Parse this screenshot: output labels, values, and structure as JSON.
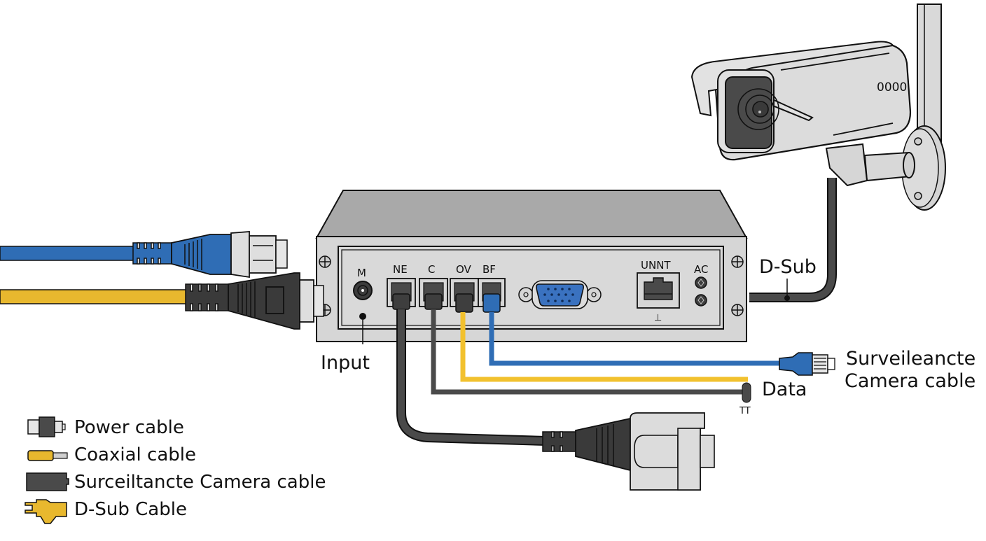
{
  "diagram": {
    "title": "Surveillance camera cabling diagram",
    "colors": {
      "blue_cable": "#2f6db5",
      "yellow_cable": "#e8b82e",
      "dark_cable": "#4a4a4a",
      "device_body": "#d6d6d6",
      "device_top": "#a8a8a8",
      "outline": "#111111",
      "vga_blue": "#3a72c0"
    },
    "device": {
      "ports": [
        {
          "id": "m",
          "label": "M",
          "type": "power-jack"
        },
        {
          "id": "ne",
          "label": "NE",
          "type": "rj45"
        },
        {
          "id": "c",
          "label": "C",
          "type": "rj45"
        },
        {
          "id": "ov",
          "label": "OV",
          "type": "rj45"
        },
        {
          "id": "bf",
          "label": "BF",
          "type": "rj45"
        },
        {
          "id": "vga",
          "label": "",
          "type": "d-sub"
        },
        {
          "id": "unnt",
          "label": "UNNT",
          "type": "rj45",
          "sub_label": "⊥"
        },
        {
          "id": "ac",
          "label": "AC",
          "type": "terminal"
        }
      ]
    },
    "callouts": {
      "input": "Input",
      "d_sub": "D-Sub",
      "data": "Data",
      "tt": "TT",
      "camera_cable_line1": "Surveileancte",
      "camera_cable_line2": "Camera cable"
    },
    "camera": {
      "indicator_text": "0000"
    },
    "legend": {
      "items": [
        {
          "icon": "power-cable-icon",
          "label": "Power cable"
        },
        {
          "icon": "coaxial-cable-icon",
          "label": "Coaxial cable"
        },
        {
          "icon": "camera-cable-icon",
          "label": "Surceiltancte Camera cable"
        },
        {
          "icon": "d-sub-cable-icon",
          "label": "D-Sub Cable"
        }
      ]
    }
  }
}
